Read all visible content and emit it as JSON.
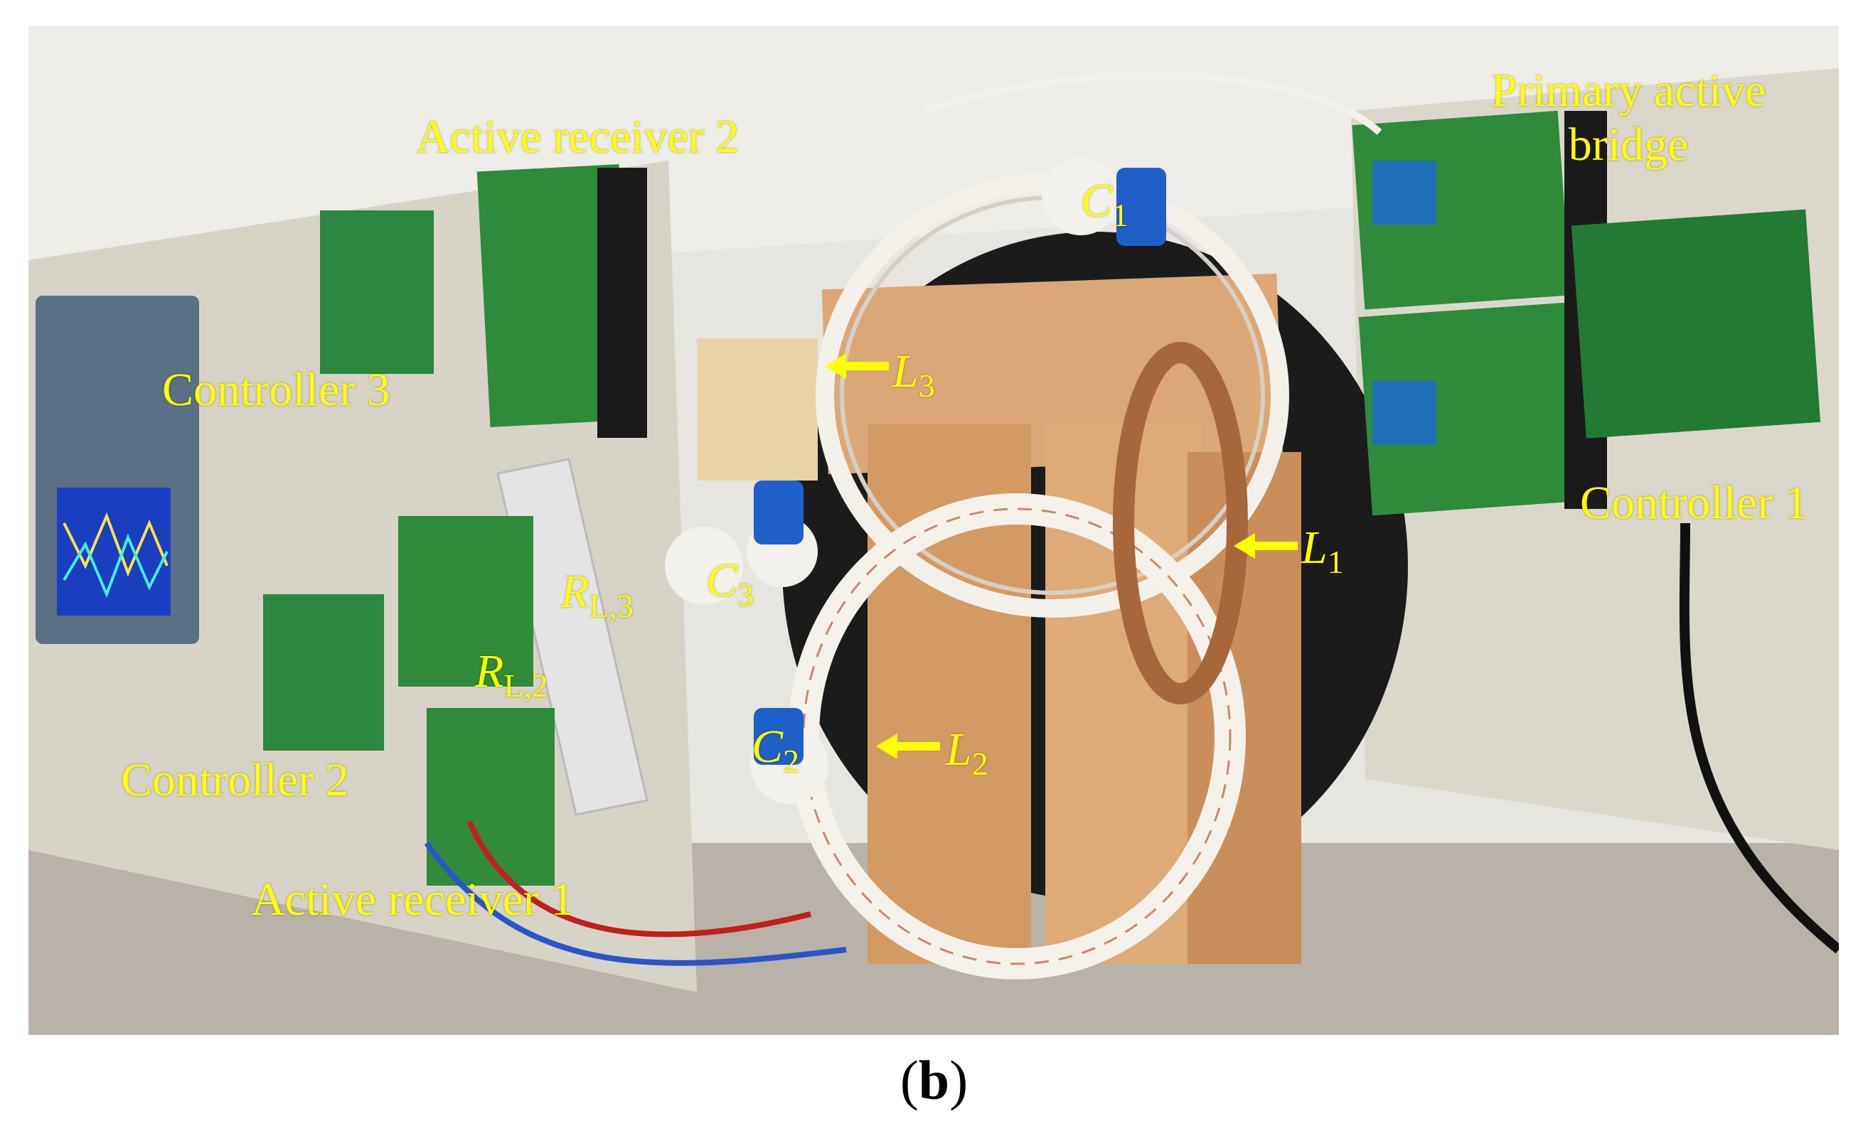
{
  "figure": {
    "caption_open": "(",
    "caption_letter": "b",
    "caption_close": ")"
  },
  "labels": {
    "active_receiver_2": "Active receiver 2",
    "active_receiver_1": "Active receiver 1",
    "primary_bridge_line1": "Primary active",
    "primary_bridge_line2": "bridge",
    "controller_1": "Controller 1",
    "controller_2": "Controller 2",
    "controller_3": "Controller 3",
    "c1": {
      "sym": "C",
      "sub": "1"
    },
    "c2": {
      "sym": "C",
      "sub": "2"
    },
    "c3": {
      "sym": "C",
      "sub": "3"
    },
    "l1": {
      "sym": "L",
      "sub": "1"
    },
    "l2": {
      "sym": "L",
      "sub": "2"
    },
    "l3": {
      "sym": "L",
      "sub": "3"
    },
    "rl2": {
      "sym": "R",
      "sub": "L,2"
    },
    "rl3": {
      "sym": "R",
      "sub": "L,3"
    }
  },
  "colors": {
    "label": "#ffff00",
    "wall": "#e8e6e0",
    "bench": "#d9d4c8",
    "pcb": "#2f8a3a",
    "wood": "#d9a06b",
    "coil": "#f2efe8"
  }
}
